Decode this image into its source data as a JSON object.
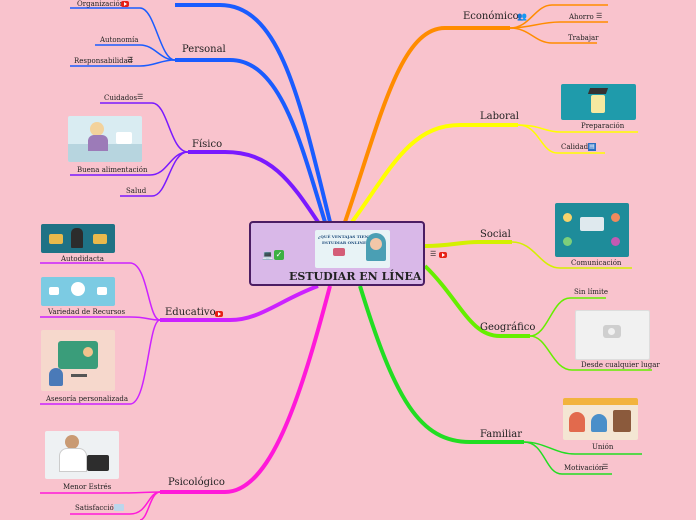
{
  "center": {
    "title": "ESTUDIAR EN LÍNEA",
    "image_caption_line1": "¿QUÉ VENTAJAS TIENE",
    "image_caption_line2": "ESTUDIAR ONLINE?"
  },
  "colors": {
    "background": "#f9c3cd",
    "economico": "#ff8c00",
    "laboral": "#ffff00",
    "social": "#d4f000",
    "geografico": "#66ee00",
    "familiar": "#22dd22",
    "personal": "#1a5cff",
    "fisico": "#7a1aff",
    "educativo": "#cc22ff",
    "psicologico": "#ff1ad9"
  },
  "branches": {
    "economico": {
      "label": "Económico",
      "icon": "people-icon",
      "children": [
        "Ahorro",
        "Trabajar"
      ]
    },
    "laboral": {
      "label": "Laboral",
      "children": [
        "Preparación",
        "Calidad"
      ]
    },
    "social": {
      "label": "Social",
      "children": [
        "Comunicación"
      ]
    },
    "geografico": {
      "label": "Geográfico",
      "children": [
        "Sin límite",
        "Desde cualquier lugar"
      ]
    },
    "familiar": {
      "label": "Familiar",
      "children": [
        "Unión",
        "Motivación"
      ]
    },
    "personal": {
      "label": "Personal",
      "children": [
        "Organización",
        "Autonomía",
        "Responsabilidad"
      ]
    },
    "fisico": {
      "label": "Físico",
      "children": [
        "Cuidados",
        "Buena alimentación",
        "Salud"
      ]
    },
    "educativo": {
      "label": "Educativo",
      "children": [
        "Autodidacta",
        "Variedad de Recursos",
        "Asesoría personalizada"
      ]
    },
    "psicologico": {
      "label": "Psicológico",
      "children": [
        "Menor Estrés",
        "Satisfacción"
      ]
    }
  }
}
